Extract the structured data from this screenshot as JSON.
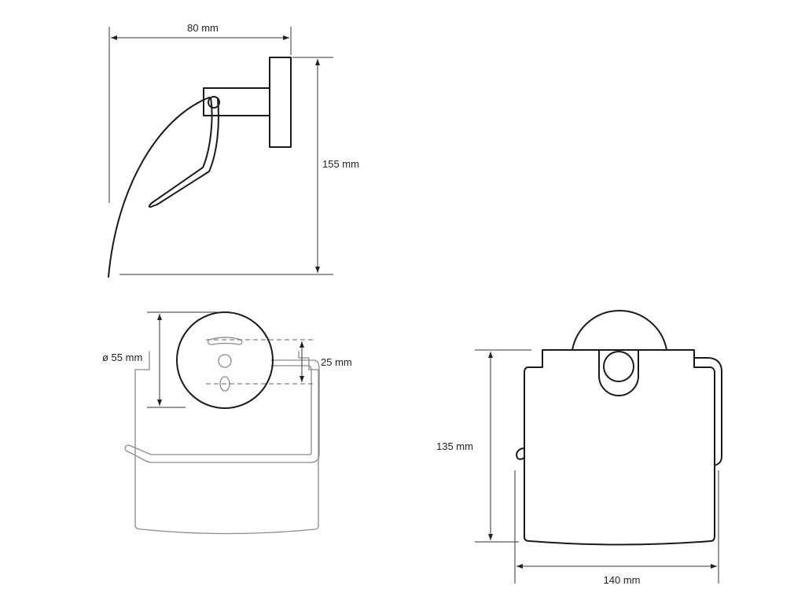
{
  "dimensions": {
    "side_width": "80 mm",
    "side_height": "155 mm",
    "diameter": "ø 55 mm",
    "depth": "25 mm",
    "front_height": "135 mm",
    "front_width": "140 mm"
  }
}
